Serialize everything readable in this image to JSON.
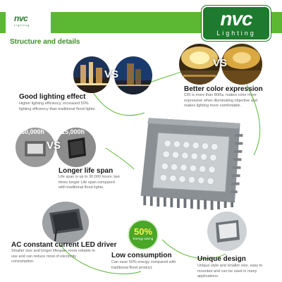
{
  "header": {
    "small_logo_mark": "nvc",
    "small_logo_sub": "Lighting",
    "logo_mark": "nvc",
    "logo_sub": "Lighting",
    "brand_green": "#5cb832",
    "logo_green": "#1e7a2e"
  },
  "section_title": "Structure and details",
  "vs_label": "VS",
  "features": {
    "lighting": {
      "title": "Good lighting effect",
      "desc": "Higher lighting efficiency, increased 50% lighting efficiency than traditional flood lights."
    },
    "color": {
      "title": "Better color expression",
      "desc": "CRI is more than 80Ra, makes color more expressive when illuminating objective and makes lighting more comfortable."
    },
    "lifespan": {
      "title": "Longer life span",
      "desc": "Life span is up to 30,000 hours, two times longer Life span compared with traditional flood lights.",
      "hours_new": "30,000h",
      "hours_old": "15,000h"
    },
    "driver": {
      "title": "AC constant current LED driver",
      "desc": "Smaller size and longer lifespan, more reliable to use and can reduce most of electricity consumption."
    },
    "consumption": {
      "title": "Low consumption",
      "desc": "Can save 50% energy compared with traditional flood product.",
      "badge_pct": "50%",
      "badge_label": "Energy saving"
    },
    "design": {
      "title": "Unique design",
      "desc": "Unique style and smaller size, easy to mounted and can be used in many applications."
    }
  }
}
